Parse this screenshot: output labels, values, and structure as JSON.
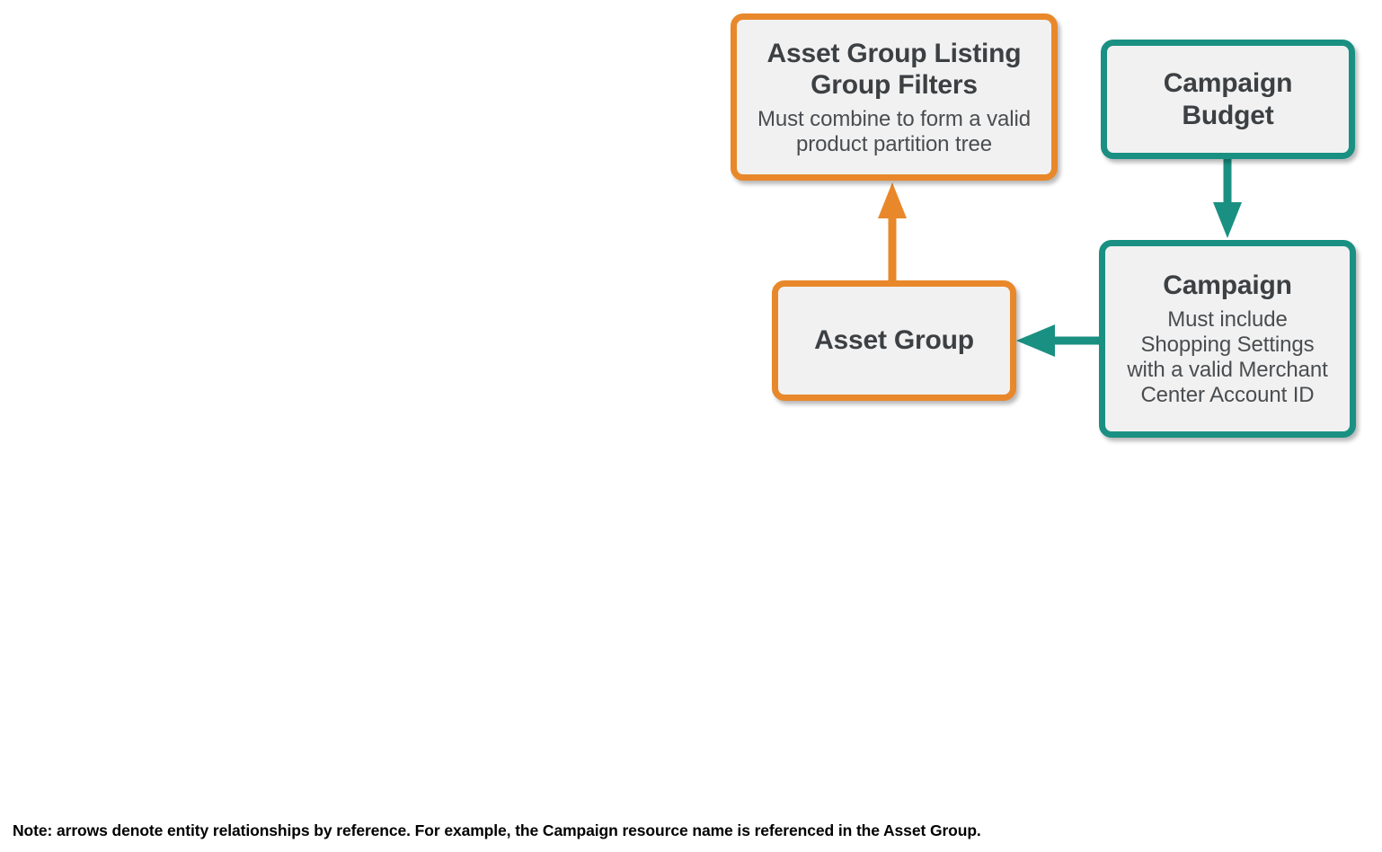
{
  "diagram": {
    "type": "entity-relationship",
    "background_color": "#ffffff",
    "node_fill_color": "#f1f1f1",
    "accent_colors": {
      "orange": "#e8882b",
      "teal": "#1a9082",
      "title_text": "#3c4043",
      "note_text": "#000000"
    },
    "nodes": [
      {
        "id": "asset-group-listing-group-filters",
        "title": "Asset Group Listing Group Filters",
        "title_line_1": "Asset Group Listing",
        "title_line_2": "Group Filters",
        "description": "Must combine to form a valid product partition tree",
        "description_line_1": "Must combine to form a valid",
        "description_line_2": "product partition tree",
        "color": "orange"
      },
      {
        "id": "campaign-budget",
        "title": "Campaign Budget",
        "title_line_1": "Campaign",
        "title_line_2": "Budget",
        "description": "",
        "color": "teal"
      },
      {
        "id": "asset-group",
        "title": "Asset Group",
        "title_line_1": "Asset Group",
        "description": "",
        "color": "orange"
      },
      {
        "id": "campaign",
        "title": "Campaign",
        "title_line_1": "Campaign",
        "description": "Must include Shopping Settings with a valid Merchant Center Account ID",
        "description_line_1": "Must include",
        "description_line_2": "Shopping Settings",
        "description_line_3": "with a valid Merchant",
        "description_line_4": "Center Account ID",
        "color": "teal"
      }
    ],
    "edges": [
      {
        "id": "asset-group-to-listing-group-filters",
        "from": "asset-group",
        "to": "asset-group-listing-group-filters",
        "direction": "up",
        "color": "orange"
      },
      {
        "id": "campaign-budget-to-campaign",
        "from": "campaign-budget",
        "to": "campaign",
        "direction": "down",
        "color": "teal"
      },
      {
        "id": "campaign-to-asset-group",
        "from": "campaign",
        "to": "asset-group",
        "direction": "left",
        "color": "teal"
      }
    ],
    "note": "Note: arrows denote entity relationships by reference. For example, the Campaign resource name is referenced in the Asset Group."
  }
}
